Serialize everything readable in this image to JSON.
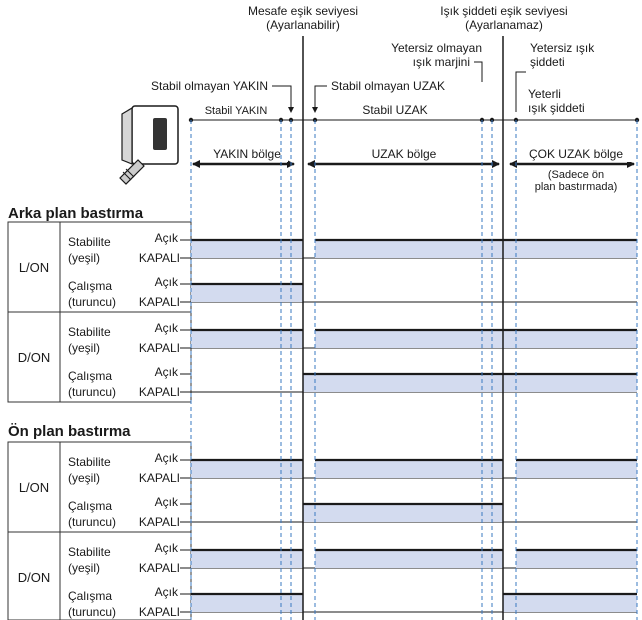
{
  "header": {
    "distance_threshold": [
      "Mesafe eşik seviyesi",
      "(Ayarlanabilir)"
    ],
    "light_threshold": [
      "Işık şiddeti eşik seviyesi",
      "(Ayarlanamaz)"
    ],
    "insufficient_margin": [
      "Yetersiz olmayan",
      "ışık marjini"
    ],
    "insufficient_light": [
      "Yetersiz ışık",
      "şiddeti"
    ],
    "unstable_near": "Stabil olmayan YAKIN",
    "unstable_far": "Stabil olmayan UZAK",
    "sufficient_light": [
      "Yeterli",
      "ışık şiddeti"
    ],
    "stable_near": "Stabil YAKIN",
    "stable_far": "Stabil UZAK"
  },
  "zones": {
    "near": "YAKIN bölge",
    "far": "UZAK bölge",
    "very_far": "ÇOK UZAK bölge",
    "very_far_note": [
      "(Sadece ön",
      "plan bastırmada)"
    ]
  },
  "sections": [
    {
      "title": "Arka plan bastırma",
      "modes": [
        {
          "mode": "L/ON",
          "signals": [
            {
              "name": [
                "Stabilite",
                "(yeşil)"
              ],
              "on_label": "Açık",
              "off_label": "KAPALI",
              "on_segments": [
                [
                  0,
                  3
                ],
                [
                  4,
                  9
                ]
              ]
            },
            {
              "name": [
                "Çalışma",
                "(turuncu)"
              ],
              "on_label": "Açık",
              "off_label": "KAPALI",
              "on_segments": [
                [
                  0,
                  3
                ]
              ]
            }
          ]
        },
        {
          "mode": "D/ON",
          "signals": [
            {
              "name": [
                "Stabilite",
                "(yeşil)"
              ],
              "on_label": "Açık",
              "off_label": "KAPALI",
              "on_segments": [
                [
                  0,
                  3
                ],
                [
                  4,
                  9
                ]
              ]
            },
            {
              "name": [
                "Çalışma",
                "(turuncu)"
              ],
              "on_label": "Açık",
              "off_label": "KAPALI",
              "on_segments": [
                [
                  3,
                  9
                ]
              ]
            }
          ]
        }
      ]
    },
    {
      "title": "Ön plan bastırma",
      "modes": [
        {
          "mode": "L/ON",
          "signals": [
            {
              "name": [
                "Stabilite",
                "(yeşil)"
              ],
              "on_label": "Açık",
              "off_label": "KAPALI",
              "on_segments": [
                [
                  0,
                  3
                ],
                [
                  4,
                  6
                ],
                [
                  7,
                  9
                ]
              ]
            },
            {
              "name": [
                "Çalışma",
                "(turuncu)"
              ],
              "on_label": "Açık",
              "off_label": "KAPALI",
              "on_segments": [
                [
                  3,
                  6
                ]
              ]
            }
          ]
        },
        {
          "mode": "D/ON",
          "signals": [
            {
              "name": [
                "Stabilite",
                "(yeşil)"
              ],
              "on_label": "Açık",
              "off_label": "KAPALI",
              "on_segments": [
                [
                  0,
                  3
                ],
                [
                  4,
                  6
                ],
                [
                  7,
                  9
                ]
              ]
            },
            {
              "name": [
                "Çalışma",
                "(turuncu)"
              ],
              "on_label": "Açık",
              "off_label": "KAPALI",
              "on_segments": [
                [
                  0,
                  3
                ],
                [
                  6,
                  9
                ]
              ]
            }
          ]
        }
      ]
    }
  ],
  "colors": {
    "on_fill": "#d3dbef",
    "dashed": "#3a78c2",
    "line": "#1a1a1a",
    "border": "#333333"
  },
  "icons": {
    "sensor": "photoelectric-sensor-icon"
  }
}
